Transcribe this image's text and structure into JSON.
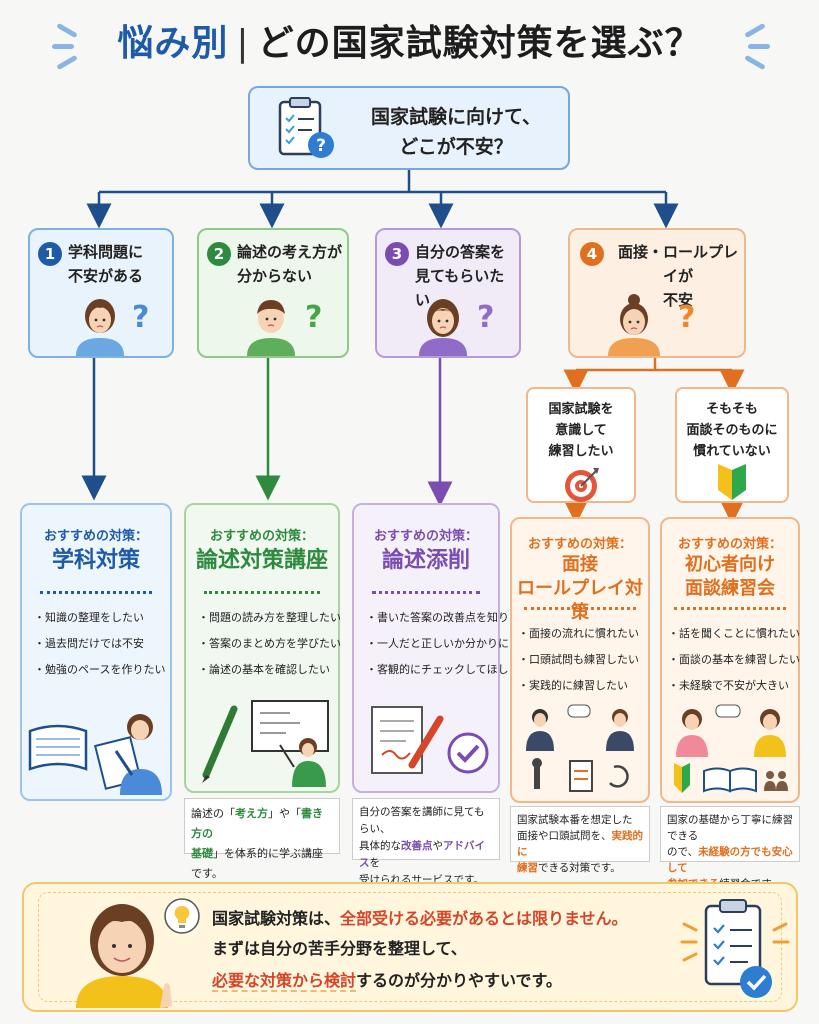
{
  "title": {
    "left": "悩み別",
    "separator": "|",
    "right": "どの国家試験対策を選ぶ？"
  },
  "root": {
    "line1": "国家試験に向けて、",
    "line2": "どこが不安？",
    "icon": "clipboard-question-icon"
  },
  "categories": [
    {
      "number": "1",
      "label": "学科問題に\n不安がある",
      "color": "#1e5aa8"
    },
    {
      "number": "2",
      "label": "論述の考え方が\n分からない",
      "color": "#2e8a3e"
    },
    {
      "number": "3",
      "label": "自分の答案を\n見てもらいたい",
      "color": "#7a4db0"
    },
    {
      "number": "4",
      "label": "面接・ロールプレイが\n不安",
      "color": "#e07020"
    }
  ],
  "question_mark": "?",
  "subs": [
    {
      "label": "国家試験を\n意識して\n練習したい",
      "icon": "target-icon"
    },
    {
      "label": "そもそも\n面談そのものに\n慣れていない",
      "icon": "beginner-mark-icon"
    }
  ],
  "cards": [
    {
      "rec": "おすすめの対策：",
      "name": "学科対策",
      "items": [
        "知識の整理をしたい",
        "過去問だけでは不安",
        "勉強のペースを作りたい"
      ]
    },
    {
      "rec": "おすすめの対策：",
      "name": "論述対策講座",
      "items": [
        "問題の読み方を整理したい",
        "答案のまとめ方を学びたい",
        "論述の基本を確認したい"
      ]
    },
    {
      "rec": "おすすめの対策：",
      "name": "論述添削",
      "items": [
        "書いた答案の改善点を知りたい",
        "一人だと正しいか分かりにくい",
        "客観的にチェックしてほしい"
      ]
    },
    {
      "rec": "おすすめの対策：",
      "name": "面接\nロールプレイ対策",
      "items": [
        "面接の流れに慣れたい",
        "口頭試問も練習したい",
        "実践的に練習したい"
      ]
    },
    {
      "rec": "おすすめの対策：",
      "name": "初心者向け\n面談練習会",
      "items": [
        "話を聞くことに慣れたい",
        "面談の基本を練習したい",
        "未経験で不安が大きい"
      ]
    }
  ],
  "notes": {
    "n2": {
      "a": "論述の「",
      "b": "考え方",
      "c": "」や「",
      "d": "書き方の",
      "e": "基礎",
      "f": "」を体系的に学ぶ講座です。"
    },
    "n3": {
      "a": "自分の答案を講師に見てもらい、",
      "b": "具体的な",
      "c": "改善点",
      "d": "や",
      "e": "アドバイス",
      "f": "を",
      "g": "受けられるサービスです。"
    },
    "n4": {
      "a": "国家試験本番を想定した",
      "b": "面接や口頭試問を、",
      "c": "実践的に",
      "d": "練習",
      "e": "できる対策です。"
    },
    "n5": {
      "a": "国家の基礎から丁寧に練習できる",
      "b": "ので、",
      "c": "未経験の方でも安心して",
      "d": "参加できる",
      "e": "練習会です。"
    }
  },
  "bottom": {
    "l1a": "国家試験対策は、",
    "l1b": "全部受ける必要があるとは限りません。",
    "l2": "まずは自分の苦手分野を整理して、",
    "l3a": "必要な対策から検討",
    "l3b": "するのが分かりやすいです。"
  },
  "colors": {
    "blue": "#1e5aa8",
    "green": "#2e8a3e",
    "purple": "#7a4db0",
    "orange": "#e07020",
    "red": "#d4452a"
  }
}
